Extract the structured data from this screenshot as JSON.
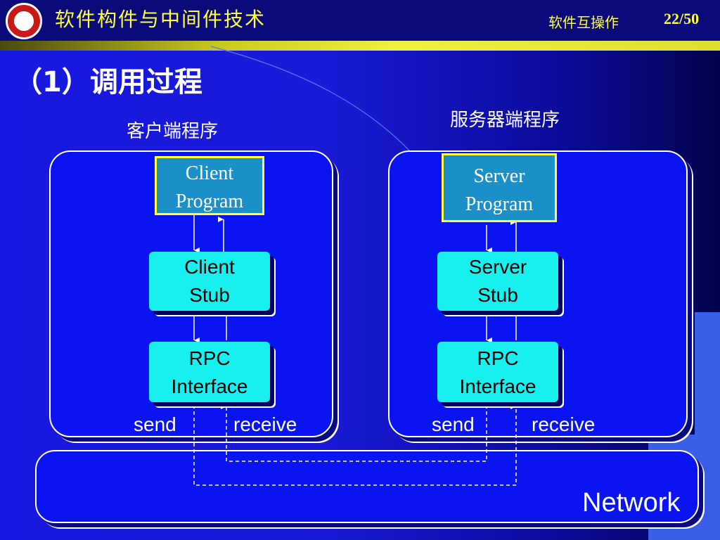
{
  "header": {
    "course_title": "软件构件与中间件技术",
    "section_title": "软件互操作",
    "page": "22/50"
  },
  "slide": {
    "title": "（1）调用过程"
  },
  "client": {
    "group_label": "客户端程序",
    "program": [
      "Client",
      "Program"
    ],
    "stub": [
      "Client",
      "Stub"
    ],
    "rpc": [
      "RPC",
      "Interface"
    ],
    "send": "send",
    "receive": "receive"
  },
  "server": {
    "group_label": "服务器端程序",
    "program": [
      "Server",
      "Program"
    ],
    "stub": [
      "Server",
      "Stub"
    ],
    "rpc": [
      "RPC",
      "Interface"
    ],
    "send": "send",
    "receive": "receive"
  },
  "network": {
    "label": "Network"
  },
  "colors": {
    "background": "#1818e0",
    "header_text": "#ffff40",
    "box_cyan": "#18f0f0",
    "program_box": "#1a8fc8",
    "program_border": "#ffff40"
  }
}
